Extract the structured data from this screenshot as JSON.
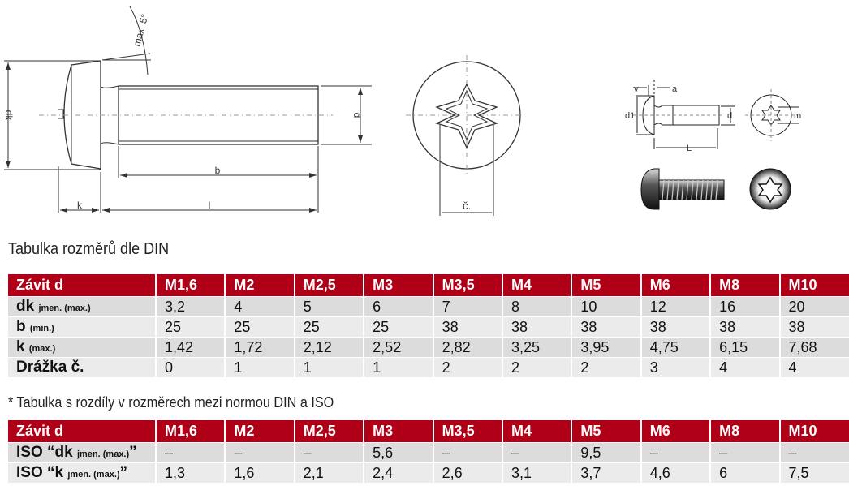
{
  "drawing": {
    "side_labels": {
      "dk": "dk",
      "d": "d",
      "b": "b",
      "l": "l",
      "k": "k",
      "angle": "max. 5°"
    },
    "top_labels": {
      "slot": "č."
    },
    "torx_labels": {
      "v": "v",
      "a": "a",
      "d1": "d1",
      "d": "d",
      "L": "L",
      "m": "m"
    }
  },
  "table1": {
    "title": "Tabulka rozměrů dle DIN",
    "header": [
      "Závit d",
      "M1,6",
      "M2",
      "M2,5",
      "M3",
      "M3,5",
      "M4",
      "M5",
      "M6",
      "M8",
      "M10"
    ],
    "rows": [
      {
        "label": "dk",
        "sub": "jmen. (max.)",
        "values": [
          "3,2",
          "4",
          "5",
          "6",
          "7",
          "8",
          "10",
          "12",
          "16",
          "20"
        ]
      },
      {
        "label": "b",
        "sub": "(min.)",
        "values": [
          "25",
          "25",
          "25",
          "25",
          "38",
          "38",
          "38",
          "38",
          "38",
          "38"
        ]
      },
      {
        "label": "k",
        "sub": "(max.)",
        "values": [
          "1,42",
          "1,72",
          "2,12",
          "2,52",
          "2,82",
          "3,25",
          "3,95",
          "4,75",
          "6,15",
          "7,68"
        ]
      },
      {
        "label": "Drážka č.",
        "sub": "",
        "values": [
          "0",
          "1",
          "1",
          "1",
          "2",
          "2",
          "2",
          "3",
          "4",
          "4"
        ]
      }
    ]
  },
  "table2": {
    "note": "* Tabulka s rozdíly v rozměrech mezi normou DIN a ISO",
    "header": [
      "Závit d",
      "M1,6",
      "M2",
      "M2,5",
      "M3",
      "M3,5",
      "M4",
      "M5",
      "M6",
      "M8",
      "M10"
    ],
    "rows": [
      {
        "label": "ISO “dk",
        "sub": "jmen. (max.)",
        "close": "”",
        "values": [
          "–",
          "–",
          "–",
          "5,6",
          "–",
          "–",
          "9,5",
          "–",
          "–",
          "–"
        ]
      },
      {
        "label": "ISO “k",
        "sub": "jmen. (max.)",
        "close": "”",
        "values": [
          "1,3",
          "1,6",
          "2,1",
          "2,4",
          "2,6",
          "3,1",
          "3,7",
          "4,6",
          "6",
          "7,5"
        ]
      }
    ]
  },
  "colors": {
    "header_bg": "#b00017",
    "row_dark": "#dcdcdd",
    "row_light": "#ebebec"
  }
}
